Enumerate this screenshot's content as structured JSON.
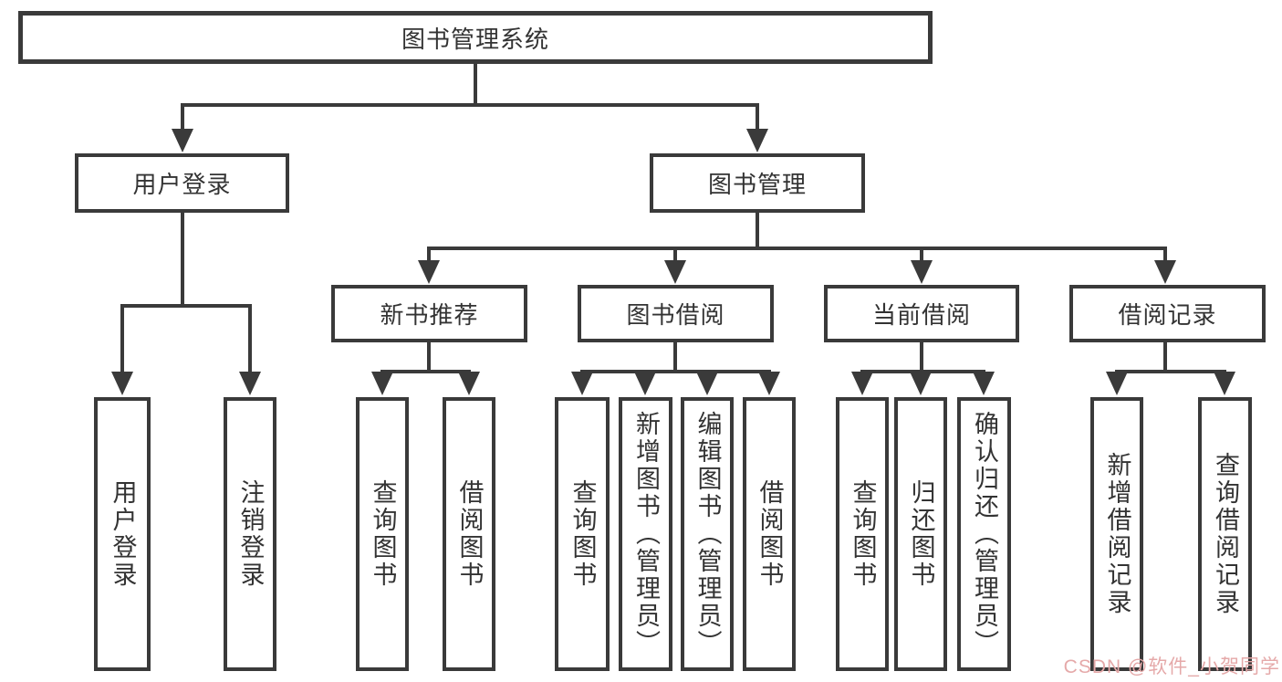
{
  "diagram": {
    "root": {
      "label": "图书管理系统"
    },
    "level2": {
      "user_login": {
        "label": "用户登录"
      },
      "book_mgmt": {
        "label": "图书管理"
      }
    },
    "level3": {
      "new_books": {
        "label": "新书推荐"
      },
      "book_borrow": {
        "label": "图书借阅"
      },
      "current_borrow": {
        "label": "当前借阅"
      },
      "borrow_records": {
        "label": "借阅记录"
      }
    },
    "leaves": {
      "user_login": [
        "用户登录",
        "注销登录"
      ],
      "new_books": [
        "查询图书",
        "借阅图书"
      ],
      "book_borrow": [
        "查询图书",
        "新增图书（管理员）",
        "编辑图书（管理员）",
        "借阅图书"
      ],
      "current_borrow": [
        "查询图书",
        "归还图书",
        "确认归还（管理员）"
      ],
      "borrow_records": [
        "新增借阅记录",
        "查询借阅记录"
      ]
    }
  },
  "watermark": {
    "text": "CSDN @软件_小贺同学",
    "color": "#e5a9a9"
  },
  "colors": {
    "line": "#3a3a3a",
    "text": "#333333",
    "background": "#ffffff"
  }
}
